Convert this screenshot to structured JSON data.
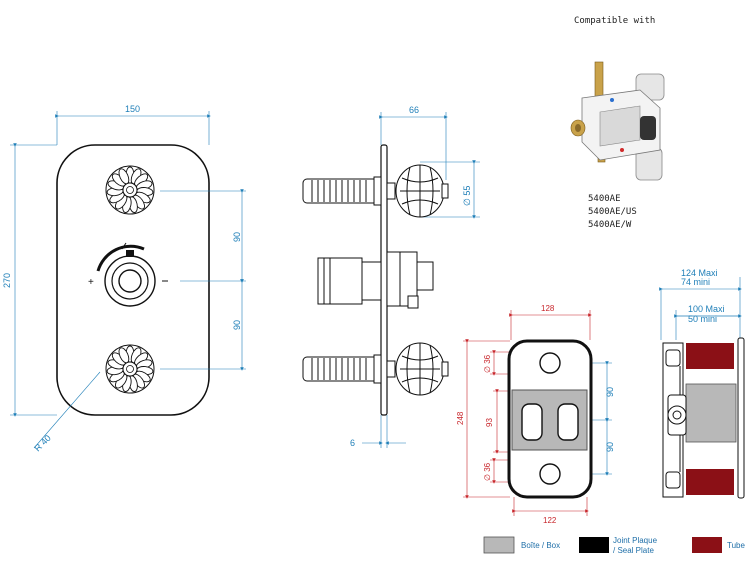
{
  "compat": {
    "title": "Compatible with",
    "refs": [
      "5400AE",
      "5400AE/US",
      "5400AE/W"
    ]
  },
  "front_view": {
    "width": "150",
    "height": "270",
    "spacing_top": "90",
    "spacing_bottom": "90",
    "radius": "R 40",
    "minus_sign": "-",
    "plus_sign": "+"
  },
  "side_view": {
    "depth": "66",
    "knob_diameter": "∅ 55",
    "plate_thickness": "6"
  },
  "box_view": {
    "outer_width": "128",
    "inner_width": "122",
    "height": "248",
    "hole_top": "∅ 36",
    "hole_bottom": "∅ 36",
    "center_gap": "93",
    "right_top": "90",
    "right_bottom": "90"
  },
  "install_view": {
    "outer_max": "124  Maxi",
    "outer_min": "74 mini",
    "inner_max": "100  Maxi",
    "inner_min": "50 mini"
  },
  "legend": {
    "box": "Boîte / Box",
    "plate_line1": "Joint Plaque",
    "plate_line2": "/ Seal Plate",
    "tube": "Tube"
  },
  "colors": {
    "dimension": "#1f7fb8",
    "red_dimension": "#c8262b",
    "box_gray": "#b8b8b8",
    "seal_black": "#000000",
    "tube_red": "#8b1016"
  }
}
